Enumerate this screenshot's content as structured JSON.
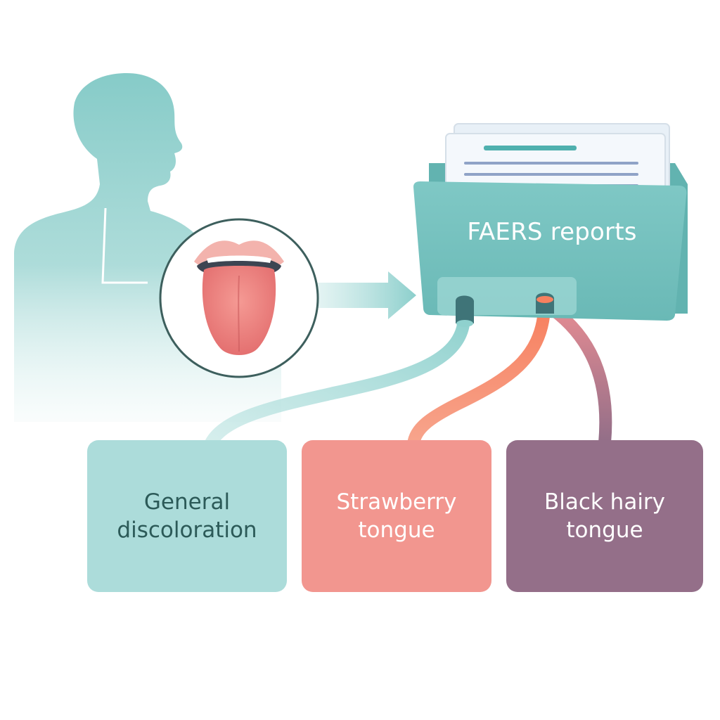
{
  "folder": {
    "label": "FAERS reports"
  },
  "categories": [
    {
      "label": "General discoloration"
    },
    {
      "label": "Strawberry tongue"
    },
    {
      "label": "Black hairy tongue"
    }
  ],
  "colors": {
    "teal": "#7ecbc8",
    "teal_light": "#acdcda",
    "coral": "#f2968f",
    "coral_tube": "#f99a7f",
    "plum": "#946f89",
    "folder": "#76c3c0",
    "folder_back": "#62b3b0"
  },
  "icons": {
    "person": "person-silhouette-icon",
    "tongue": "tongue-icon",
    "folder": "folder-icon",
    "documents": "document-stack-icon"
  }
}
